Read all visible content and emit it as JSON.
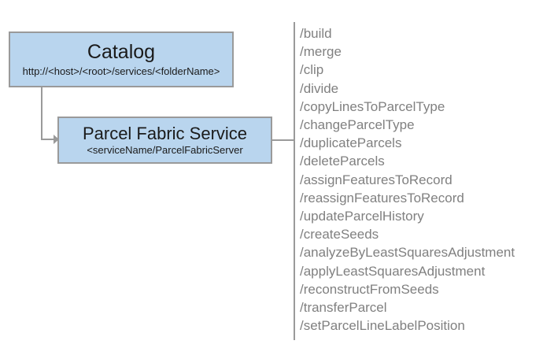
{
  "diagram": {
    "nodes": [
      {
        "id": "catalog",
        "title": "Catalog",
        "subtitle": "http://<host>/<root>/services/<folderName>"
      },
      {
        "id": "parcel-fabric-service",
        "title": "Parcel Fabric Service",
        "subtitle": "<serviceName/ParcelFabricServer"
      }
    ],
    "operations": [
      "/build",
      "/merge",
      "/clip",
      "/divide",
      "/copyLinesToParcelType",
      "/changeParcelType",
      "/duplicateParcels",
      "/deleteParcels",
      "/assignFeaturesToRecord",
      "/reassignFeaturesToRecord",
      "/updateParcelHistory",
      "/createSeeds",
      "/analyzeByLeastSquaresAdjustment",
      "/applyLeastSquaresAdjustment",
      "/reconstructFromSeeds",
      "/transferParcel",
      "/setParcelLineLabelPosition"
    ],
    "colors": {
      "node_fill": "#b9d5ee",
      "node_border": "#9a9a9a",
      "connector": "#9a9a9a",
      "operation_text": "#808080",
      "node_text": "#1a1a1a",
      "background": "#ffffff"
    }
  }
}
